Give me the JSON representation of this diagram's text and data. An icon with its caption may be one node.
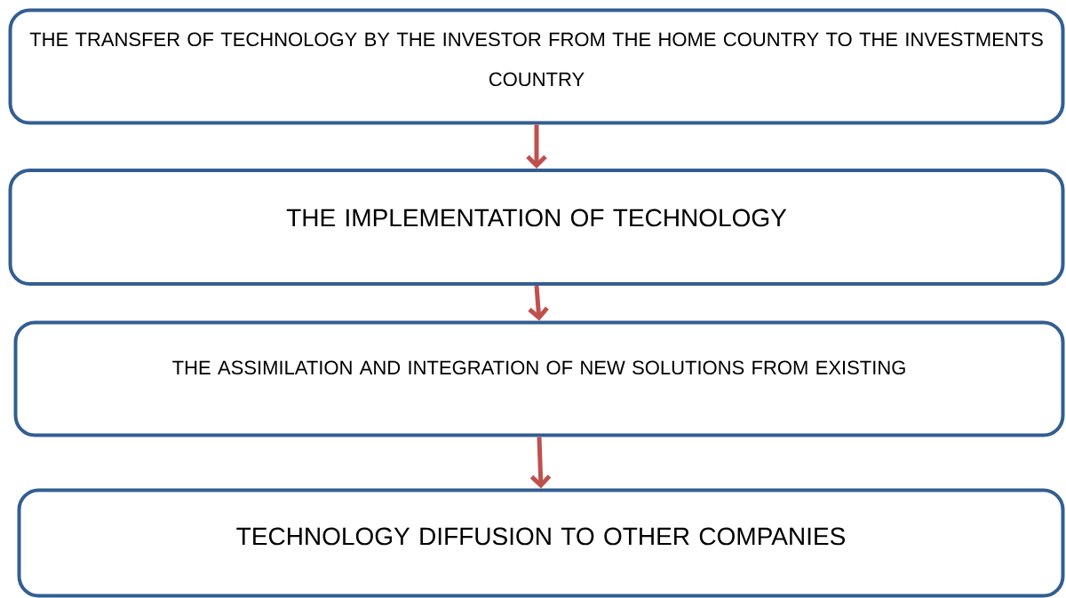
{
  "diagram": {
    "nodes": [
      {
        "text": [
          "THE TRANSFER OF TECHNOLOGY BY THE INVESTOR FROM THE HOME COUNTRY TO THE INVESTMENTS COUNTRY"
        ]
      },
      {
        "text": [
          "THE IMPLEMENTATION OF TECHNOLOGY"
        ]
      },
      {
        "text": [
          "THE ASSIMILATION AND INTEGRATION OF NEW SOLUTIONS FROM EXISTING"
        ]
      },
      {
        "text": [
          "TECHNOLOGY DIFFUSION TO OTHER COMPANIES"
        ]
      }
    ],
    "edges": [
      {
        "from": 0,
        "to": 1,
        "arrow": "to"
      },
      {
        "from": 1,
        "to": 2,
        "arrow": "to"
      },
      {
        "from": 2,
        "to": 3,
        "arrow": "to"
      }
    ]
  }
}
